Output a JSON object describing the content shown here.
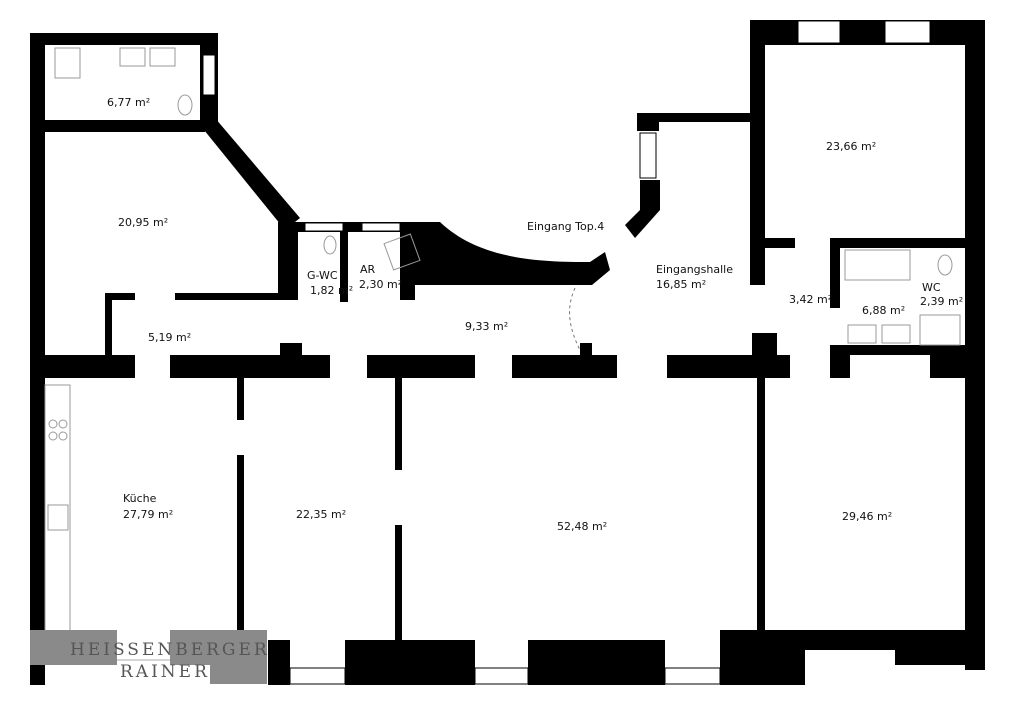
{
  "colors": {
    "wall": "#000000",
    "window": "#ffffff",
    "logo_box": "#8a8a8a",
    "logo_text": "#555555"
  },
  "rooms": [
    {
      "id": "bath",
      "area": "6,77 m²"
    },
    {
      "id": "room-left",
      "area": "20,95 m²"
    },
    {
      "id": "gwc",
      "name": "G-WC",
      "area": "1,82 m²"
    },
    {
      "id": "ar",
      "name": "AR",
      "area": "2,30 m²"
    },
    {
      "id": "entrance-label",
      "name": "Eingang Top.4"
    },
    {
      "id": "hall",
      "name": "Eingangshalle",
      "area": "16,85 m²"
    },
    {
      "id": "room-top-right",
      "area": "23,66 m²"
    },
    {
      "id": "passage",
      "area": "3,42 m²"
    },
    {
      "id": "bath-right",
      "area": "6,88 m²"
    },
    {
      "id": "wc",
      "name": "WC",
      "area": "2,39 m²"
    },
    {
      "id": "corridor-left",
      "area": "5,19 m²"
    },
    {
      "id": "corridor",
      "area": "9,33 m²"
    },
    {
      "id": "kitchen",
      "name": "Küche",
      "area": "27,79 m²"
    },
    {
      "id": "room-22",
      "area": "22,35 m²"
    },
    {
      "id": "room-52",
      "area": "52,48 m²"
    },
    {
      "id": "room-29",
      "area": "29,46 m²"
    }
  ],
  "logo": {
    "line1": "HEISSENBERGER",
    "line2": "RAINER"
  }
}
